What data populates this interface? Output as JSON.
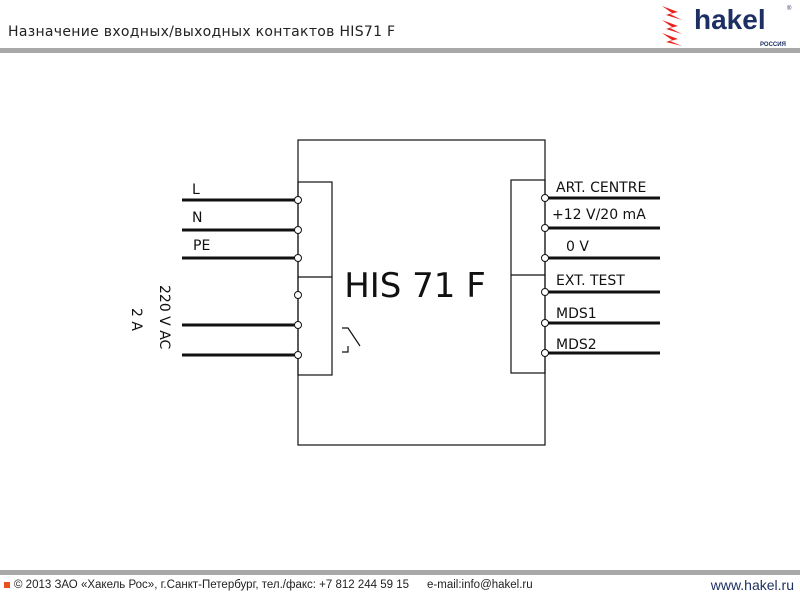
{
  "header": {
    "title": "Назначение входных/выходных контактов HIS71 F",
    "logo": {
      "text": "hakel",
      "sub": "РОССИЯ",
      "mark": "®"
    }
  },
  "diagram": {
    "device": "HIS 71 F",
    "left_labels": [
      "L",
      "N",
      "PE"
    ],
    "rating_1": "220 V AC",
    "rating_2": "2 A",
    "right_labels": [
      "ART. CENTRE",
      "+12 V/20 mA",
      "0 V",
      "EXT. TEST",
      "MDS1",
      "MDS2"
    ]
  },
  "footer": {
    "copyright": "© 2013 ЗАО «Хакель Рос», г.Санкт-Петербург, тел./факс: +7 812 244 59 15",
    "email": "e-mail:info@hakel.ru",
    "website": "www.hakel.ru"
  },
  "colors": {
    "accent": "#e8501e",
    "brand": "#1d3063",
    "bar": "#a8a8a8"
  }
}
